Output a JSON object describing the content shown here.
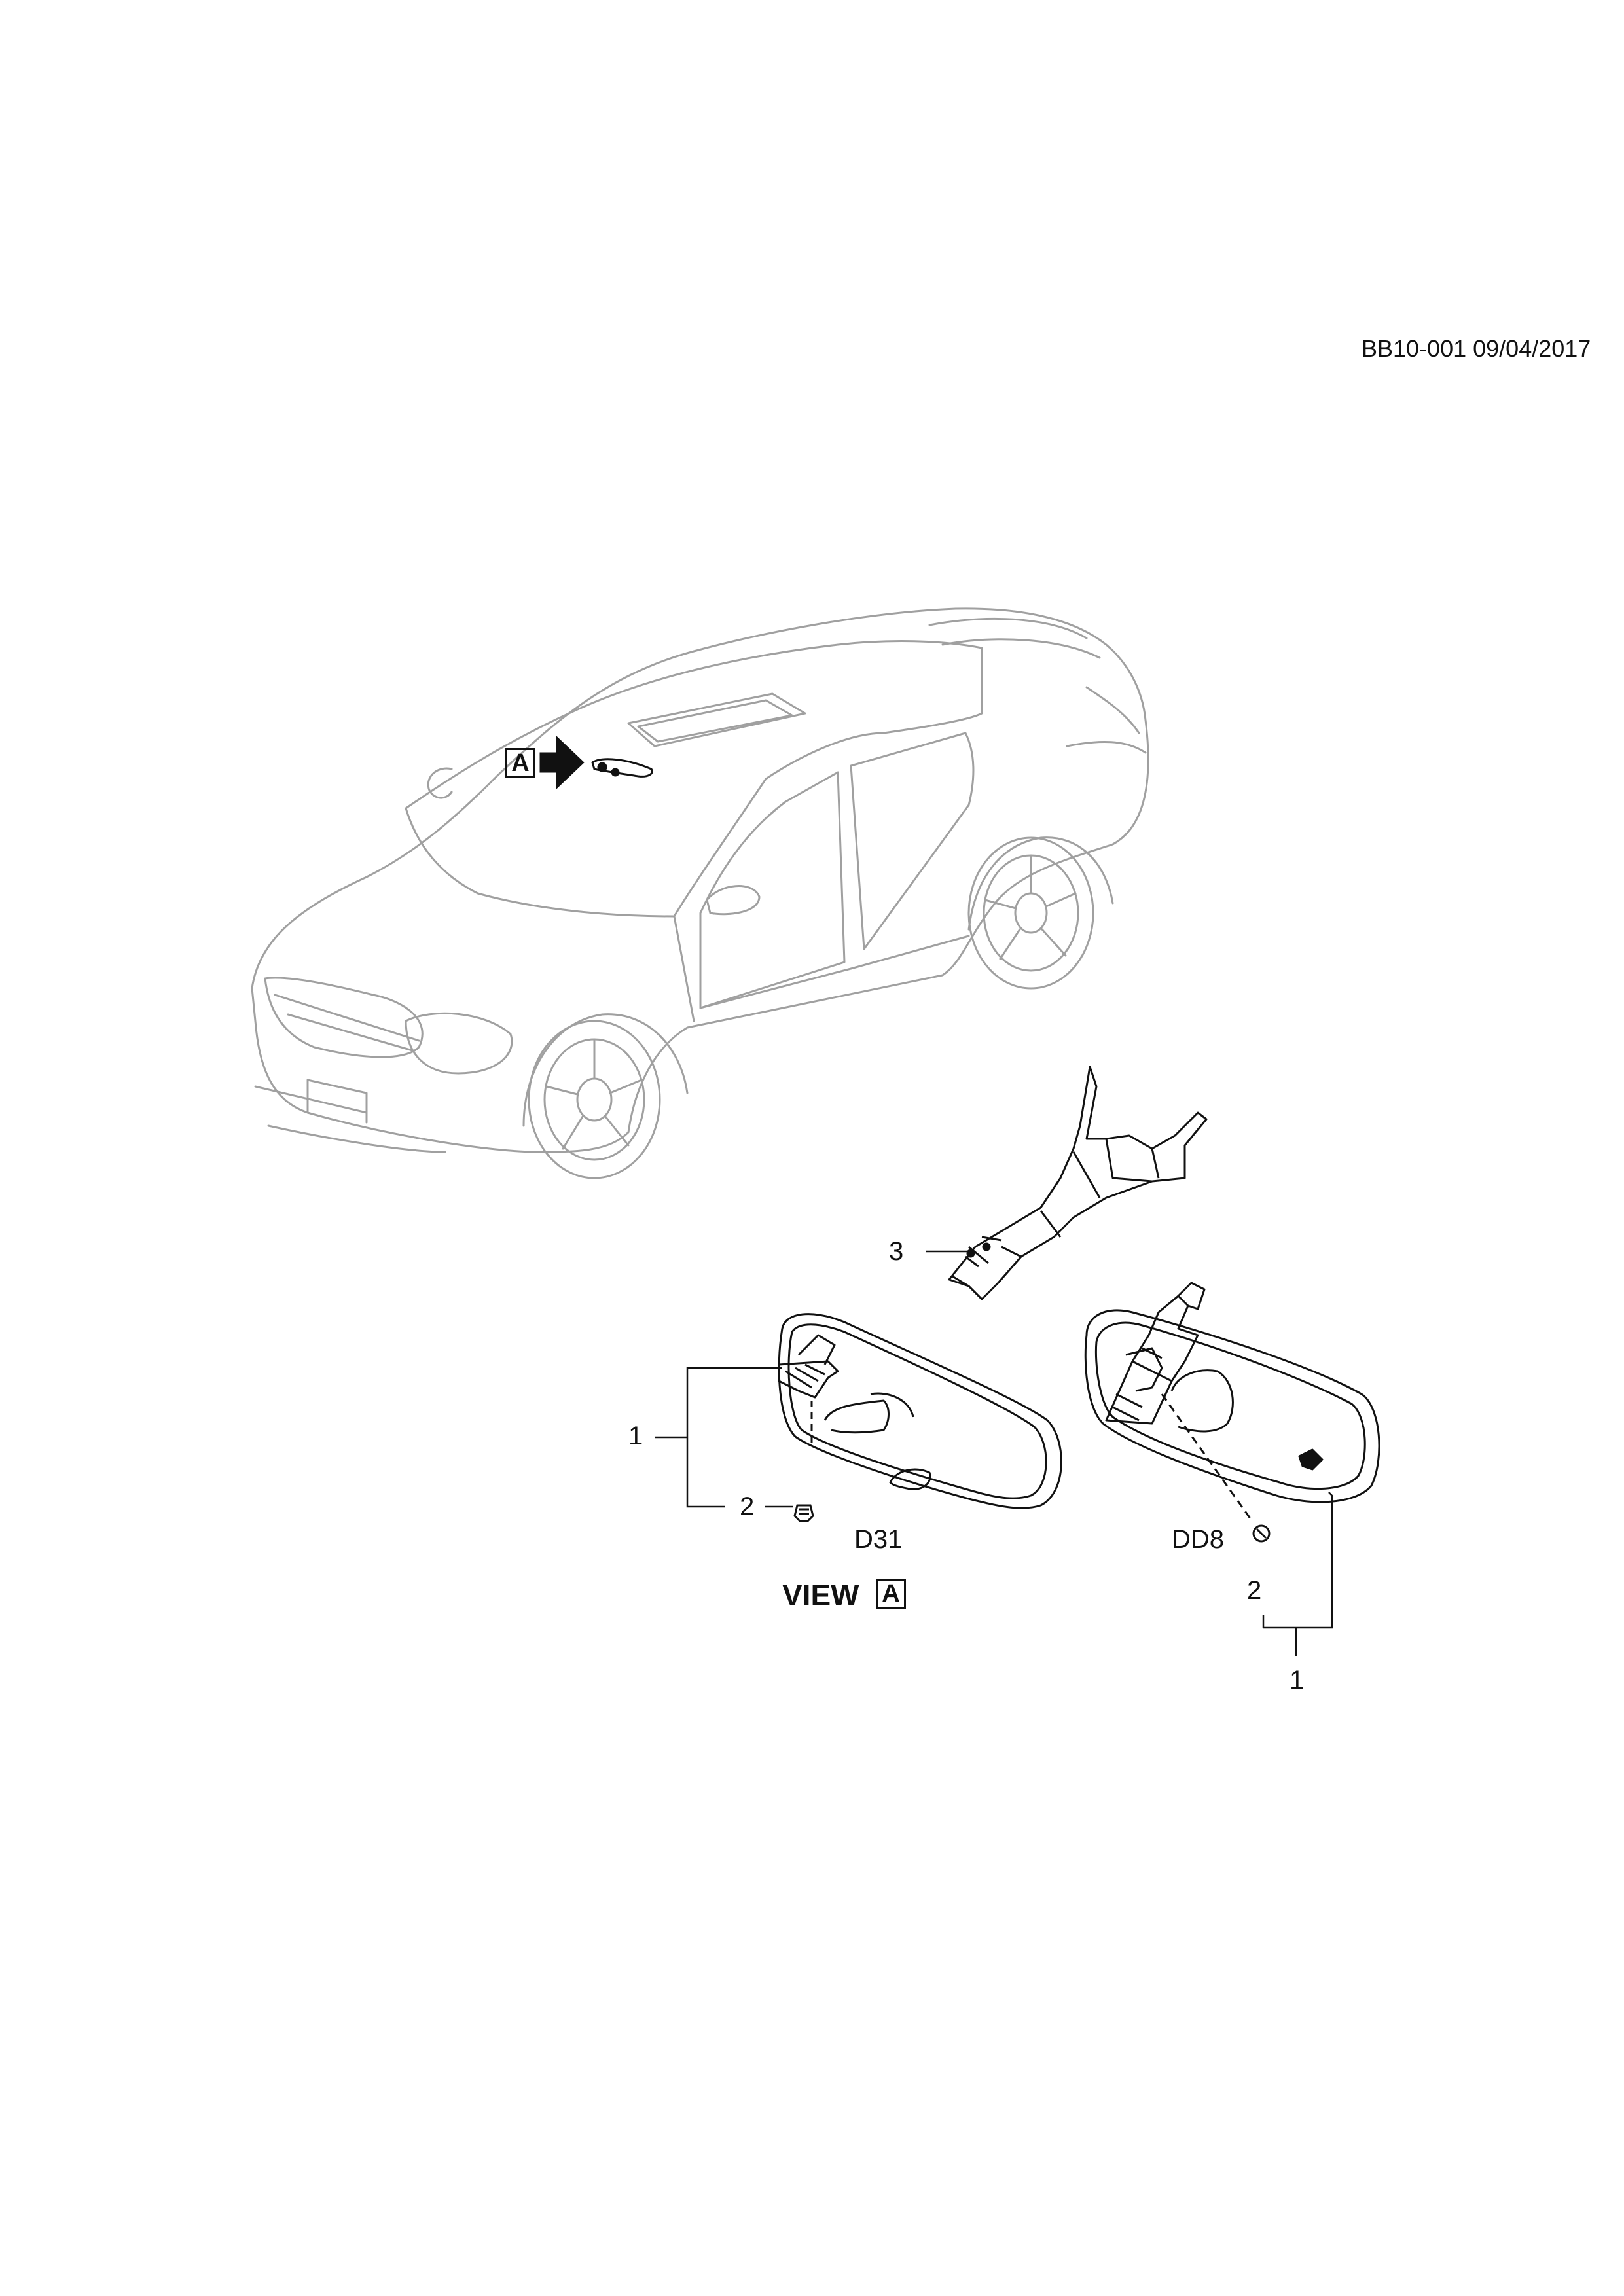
{
  "header": {
    "diagram_id": "BB10-001 09/04/2017"
  },
  "callouts": {
    "view_marker": "A",
    "part_3": "3",
    "part_1_left": "1",
    "part_2_left": "2",
    "part_2_right": "2",
    "part_1_right": "1"
  },
  "variants": {
    "left": "D31",
    "right": "DD8"
  },
  "view": {
    "label": "VIEW",
    "marker": "A"
  }
}
